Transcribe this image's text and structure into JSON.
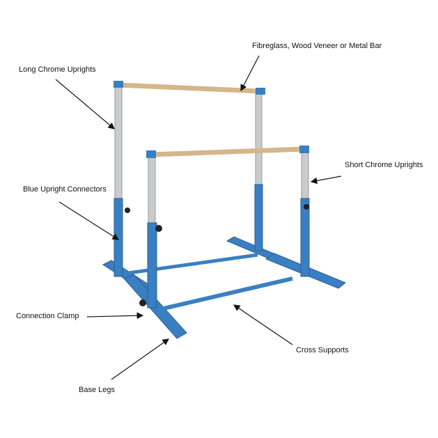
{
  "labels": {
    "bar": "Fibreglass, Wood Veneer or Metal Bar",
    "long_uprights": "Long Chrome Uprights",
    "short_uprights": "Short Chrome Uprights",
    "connectors": "Blue Upright Connectors",
    "clamp": "Connection Clamp",
    "cross": "Cross Supports",
    "base": "Base Legs"
  },
  "colors": {
    "blue": "#3a7fc1",
    "blue_dark": "#2a5f96",
    "chrome": "#c9cbcc",
    "wood": "#d4b68a",
    "arrow": "#111111"
  }
}
